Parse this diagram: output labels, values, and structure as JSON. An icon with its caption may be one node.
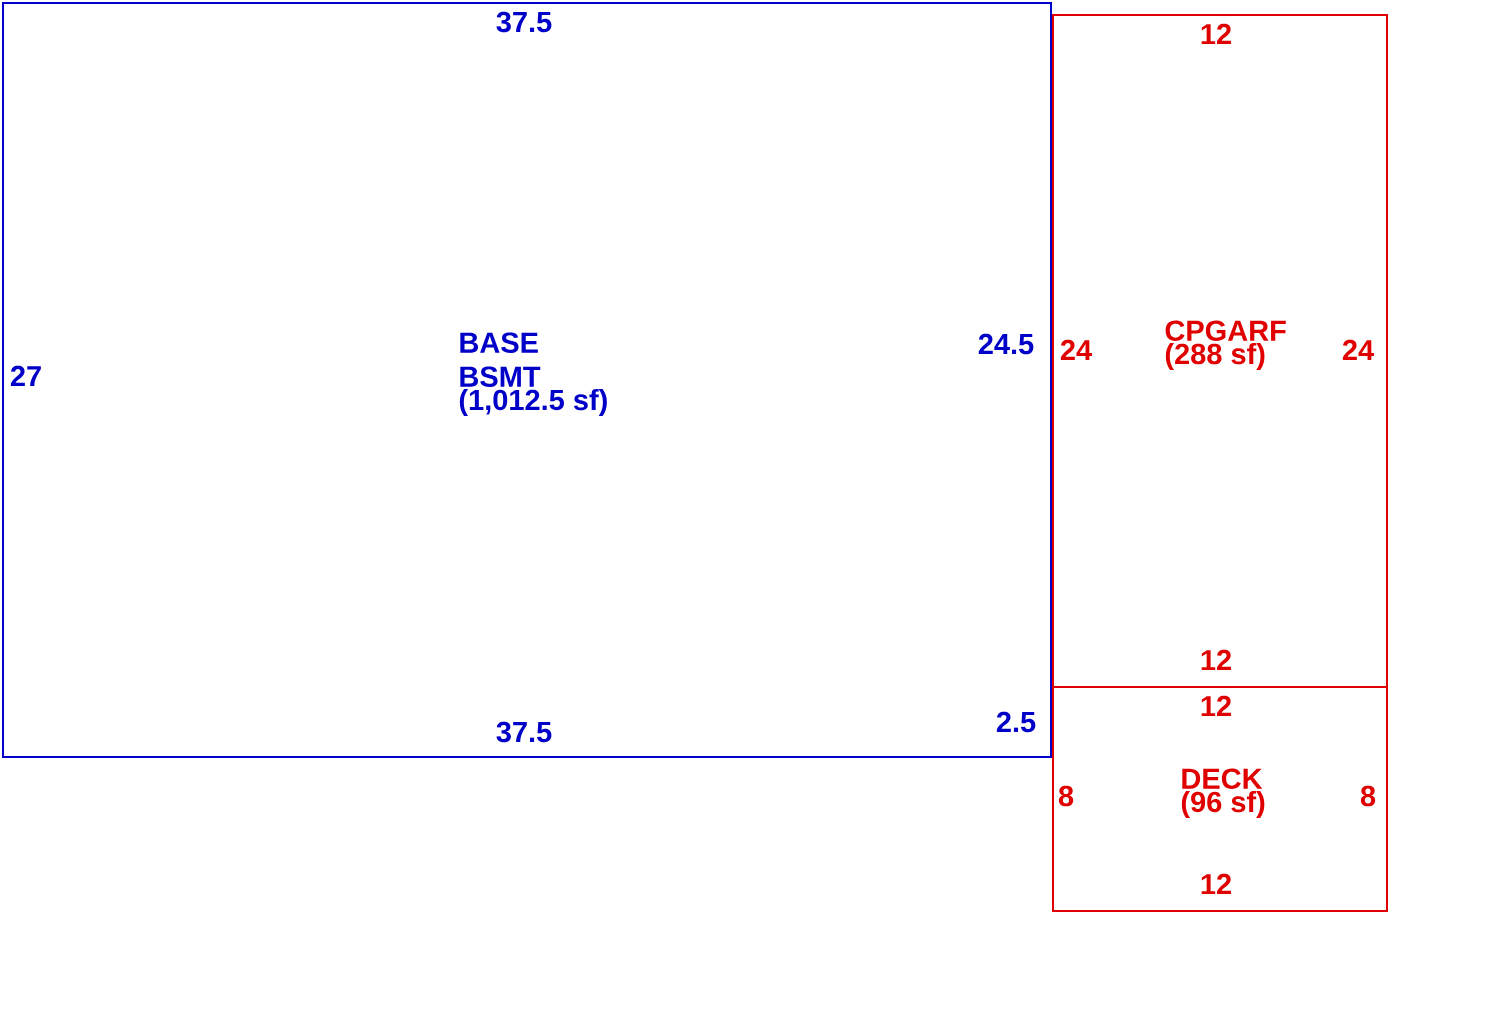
{
  "diagram": {
    "nodes": [
      {
        "text": [
          "BASE BSMT",
          "(1,012.5 sf)"
        ]
      },
      {
        "text": [
          "CPGARF",
          "(288 sf)"
        ]
      },
      {
        "text": [
          "DECK",
          "(96 sf)"
        ]
      }
    ],
    "labels": [
      "37.5",
      "12",
      "24.5",
      "24",
      "24",
      "27",
      "12",
      "12",
      "37.5",
      "2.5",
      "8",
      "8",
      "12"
    ]
  }
}
